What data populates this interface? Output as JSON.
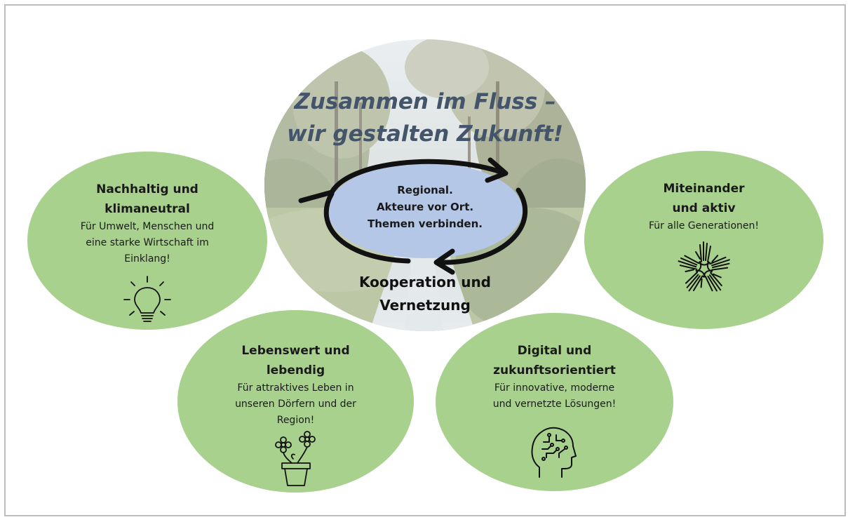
{
  "center": {
    "slogan_line1": "Zusammen im Fluss –",
    "slogan_line2": "wir gestalten Zukunft!",
    "inner_line1": "Regional.",
    "inner_line2": "Akteure vor Ort.",
    "inner_line3": "Themen verbinden.",
    "bottom_line1": "Kooperation und",
    "bottom_line2": "Vernetzung"
  },
  "bubbles": {
    "nachhaltig": {
      "title_line1": "Nachhaltig und",
      "title_line2": "klimaneutral",
      "desc_line1": "Für Umwelt, Menschen und",
      "desc_line2": "eine starke Wirtschaft im",
      "desc_line3": "Einklang!",
      "icon": "lightbulb-icon"
    },
    "miteinander": {
      "title_line1": "Miteinander",
      "title_line2": "und aktiv",
      "desc_line1": "Für alle Generationen!",
      "icon": "hands-together-icon"
    },
    "lebenswert": {
      "title_line1": "Lebenswert und",
      "title_line2": "lebendig",
      "desc_line1": "Für attraktives Leben in",
      "desc_line2": "unseren Dörfern und der",
      "desc_line3": "Region!",
      "icon": "flower-pot-icon"
    },
    "digital": {
      "title_line1": "Digital und",
      "title_line2": "zukunftsorientiert",
      "desc_line1": "Für innovative, moderne",
      "desc_line2": "und vernetzte Lösungen!",
      "icon": "digital-head-icon"
    }
  },
  "colors": {
    "bubble_green": "#a9d18e",
    "inner_ellipse_blue": "#b4c7e7",
    "slogan_text": "#44546a"
  }
}
